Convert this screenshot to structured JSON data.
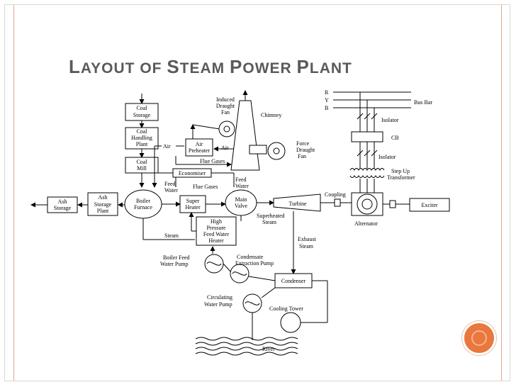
{
  "title": {
    "w1_first": "L",
    "w1_rest": "AYOUT",
    "w2": "OF",
    "w3_first": "S",
    "w3_rest": "TEAM",
    "w4_first": "P",
    "w4_rest": "OWER",
    "w5_first": "P",
    "w5_rest": "LANT"
  },
  "labels": {
    "coal_storage": [
      "Coal",
      "Storage"
    ],
    "coal_handling": [
      "Coal",
      "Handling",
      "Plant"
    ],
    "coal_mill": [
      "Coal",
      "Mill"
    ],
    "air_left": "Air",
    "air_preheater": [
      "Air",
      "Preheater"
    ],
    "air_right": "Air",
    "induced_fan": [
      "Induced",
      "Draught",
      "Fan"
    ],
    "chimney": "Chimney",
    "force_fan": [
      "Force",
      "Draught",
      "Fan"
    ],
    "flue_gases_top": "Flue Gases",
    "economiser": "Economiser",
    "feed_water_left": [
      "Feed",
      "Water"
    ],
    "flue_gases_mid": "Flue Gases",
    "feed_water_right": [
      "Feed",
      "Water"
    ],
    "ash_storage": [
      "Ash",
      "Storage"
    ],
    "ash_storage_plant": [
      "Ash",
      "Storage",
      "Plant"
    ],
    "boiler_furnace": [
      "Boiler",
      "Furnace"
    ],
    "super_heater": [
      "Super",
      "Heater"
    ],
    "main_valve": [
      "Main",
      "Valve"
    ],
    "turbine": "Turbine",
    "coupling": "Coupling",
    "superheated_steam": [
      "Superheated",
      "Steam"
    ],
    "steam": "Steam",
    "hp_heater": [
      "High",
      "Pressure",
      "Feed Water",
      "Heater"
    ],
    "exhaust_steam": [
      "Exhaust",
      "Steam"
    ],
    "boiler_feed_pump": [
      "Boiler Feed",
      "Water Pump"
    ],
    "condensate_pump": [
      "Condensate",
      "Extraction Pump"
    ],
    "condenser": "Condenser",
    "circulating_pump": [
      "Circulating",
      "Water Pump"
    ],
    "cooling_tower": "Cooling Tower",
    "river": "River",
    "alternator": "Alternator",
    "exciter": "Exciter",
    "phase_r": "R",
    "phase_y": "Y",
    "phase_b": "B",
    "bus_bar": "Bus Bar",
    "isolator_top": "Isolator",
    "cb": "CB",
    "isolator_bottom": "Isolator",
    "step_up": [
      "Step Up",
      "Transformer"
    ]
  }
}
